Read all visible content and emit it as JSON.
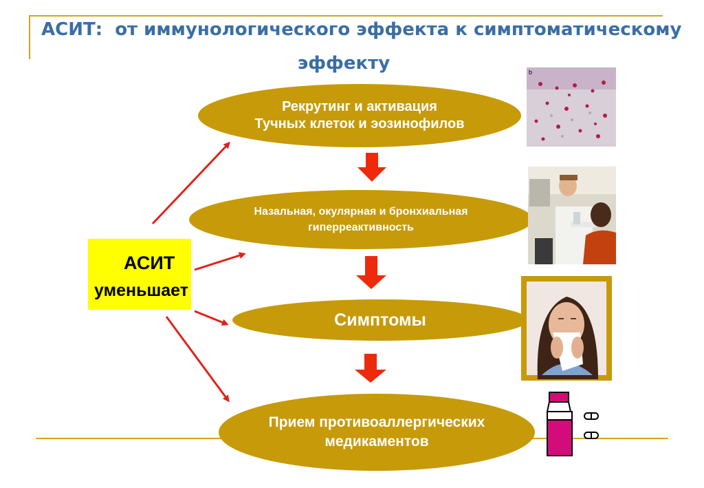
{
  "slide": {
    "title_line1": "АСИТ:  от иммунологического эффекта к симптоматическому",
    "title_line2": "эффекту"
  },
  "asit_box": {
    "line1": "АСИТ",
    "line2": "уменьшает"
  },
  "stages": [
    {
      "line1": "Рекрутинг и активация",
      "line2": "Тучных клеток и эозинофилов"
    },
    {
      "line1": "Назальная, окулярная и бронхиальная",
      "line2": "гиперреактивность"
    },
    {
      "line1": "Симптомы"
    },
    {
      "line1": "Прием противоаллергических",
      "line2": "медикаментов"
    }
  ],
  "micrograph_label": "b",
  "colors": {
    "title": "#3a6ea5",
    "ellipse": "#c79a0a",
    "accent_line": "#d4a21c",
    "asit_box": "#ffff00",
    "arrow_red": "#e0221a",
    "block_arrow": "#ee2a0c",
    "bottle": "#d40c7a"
  }
}
